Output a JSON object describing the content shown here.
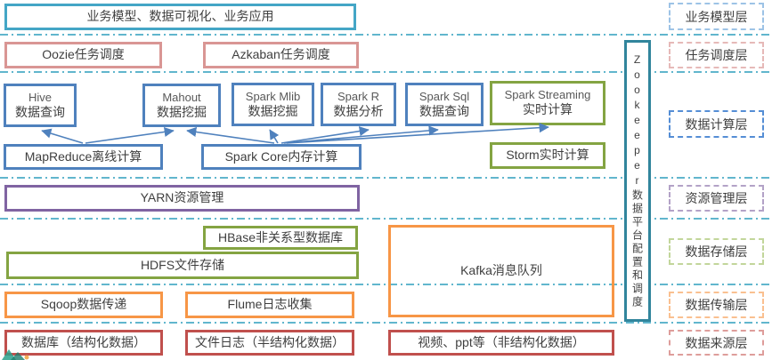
{
  "nodes": {
    "business_app": {
      "label": "业务模型、数据可视化、业务应用"
    },
    "oozie": {
      "label": "Oozie任务调度"
    },
    "azkaban": {
      "label": "Azkaban任务调度"
    },
    "hive": {
      "en": "Hive",
      "zh": "数据查询"
    },
    "mahout": {
      "en": "Mahout",
      "zh": "数据挖掘"
    },
    "spark_mlib": {
      "en": "Spark Mlib",
      "zh": "数据挖掘"
    },
    "spark_r": {
      "en": "Spark R",
      "zh": "数据分析"
    },
    "spark_sql": {
      "en": "Spark Sql",
      "zh": "数据查询"
    },
    "spark_streaming": {
      "en": "Spark Streaming",
      "zh": "实时计算"
    },
    "mapreduce": {
      "label": "MapReduce离线计算"
    },
    "spark_core": {
      "label": "Spark Core内存计算"
    },
    "storm": {
      "label": "Storm实时计算"
    },
    "yarn": {
      "label": "YARN资源管理"
    },
    "hbase": {
      "label": "HBase非关系型数据库"
    },
    "hdfs": {
      "label": "HDFS文件存储"
    },
    "kafka": {
      "label": "Kafka消息队列"
    },
    "sqoop": {
      "label": "Sqoop数据传递"
    },
    "flume": {
      "label": "Flume日志收集"
    },
    "db_source": {
      "label": "数据库（结构化数据）"
    },
    "file_source": {
      "label": "文件日志（半结构化数据）"
    },
    "media_source": {
      "label": "视频、ppt等（非结构化数据）"
    },
    "zookeeper": {
      "label": "Zookeeper数据平台配置和调度"
    }
  },
  "layers": [
    {
      "label": "业务模型层",
      "border_color": "#9dc3e6"
    },
    {
      "label": "任务调度层",
      "border_color": "#e6b9b8"
    },
    {
      "label": "数据计算层",
      "border_color": "#558ed5"
    },
    {
      "label": "资源管理层",
      "border_color": "#b3a2c7"
    },
    {
      "label": "数据存储层",
      "border_color": "#c2d69b"
    },
    {
      "label": "数据传输层",
      "border_color": "#fac090"
    },
    {
      "label": "数据来源层",
      "border_color": "#de9d9b"
    }
  ],
  "edges": [
    {
      "from": "mapreduce",
      "to": "hive"
    },
    {
      "from": "mapreduce",
      "to": "mahout"
    },
    {
      "from": "spark_core",
      "to": "mahout"
    },
    {
      "from": "spark_core",
      "to": "spark_mlib"
    },
    {
      "from": "spark_core",
      "to": "spark_r"
    },
    {
      "from": "spark_core",
      "to": "spark_sql"
    },
    {
      "from": "spark_core",
      "to": "spark_streaming"
    }
  ],
  "colors": {
    "teal_border": "#44a6c6",
    "pink_border": "#d99694",
    "blue_border": "#4f81bd",
    "green_border": "#84a442",
    "purple_border": "#8064a2",
    "orange_border": "#f79646",
    "dark_red_border": "#c0504d",
    "zookeeper_border": "#31859c",
    "separator_line": "#4bacc6",
    "arrow": "#4f81bd",
    "text": "#3f3f3f"
  }
}
